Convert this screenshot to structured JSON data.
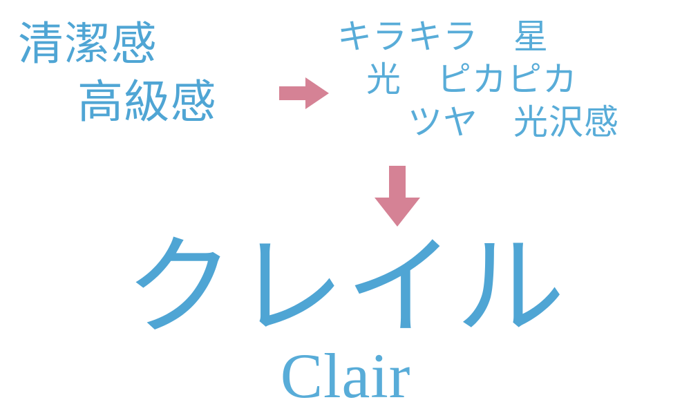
{
  "meta": {
    "background_color": "#FFFFFF",
    "text_color_blue": "#4FA5D4",
    "text_color_blue_light": "#58ACD8",
    "arrow_color_pink": "#D58295"
  },
  "source_concepts": {
    "heading_role": "input-impression-keywords",
    "lines": [
      {
        "text": "清潔感"
      },
      {
        "text": "高級感"
      }
    ]
  },
  "arrows": {
    "right": {
      "icon": "arrow-right-icon",
      "color": "#D58295"
    },
    "down": {
      "icon": "arrow-down-icon",
      "color": "#D58295"
    }
  },
  "derived_concepts": {
    "heading_role": "associated-image-words",
    "lines": [
      {
        "text": "キラキラ　星"
      },
      {
        "text": "光　ピカピカ"
      },
      {
        "text": "ツヤ　光沢感"
      }
    ]
  },
  "brand": {
    "name_jp": "クレイル",
    "name_latin": "Clair"
  }
}
